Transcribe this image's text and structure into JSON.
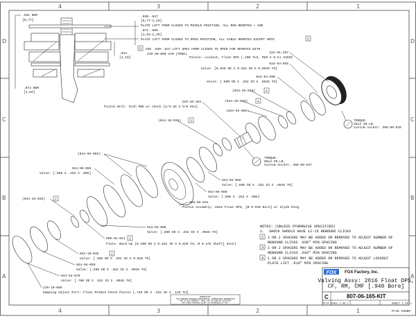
{
  "zones": {
    "columns": [
      "4",
      "3",
      "2",
      "1"
    ],
    "rows": [
      "D",
      "C",
      "B",
      "A"
    ]
  },
  "section_dims": {
    "d1": ".031  NOM",
    "d1m": "[0,77]",
    "d2": ".030-.047",
    "d2m": "[0,77-1,19]",
    "d2note": "PLATE LIFT FROM CLOSED TO MIDDLE POSITION, ALL NON REMOTES + 1RD",
    "d3": ".072-.090",
    "d3m": "[1,83-2,29]",
    "d3note": "PLATE LIFT FROM CLOSED TO OPEN POSITION, ALL CABLE REMOTES EXCEPT NOTE",
    "d3ref": "5",
    "note5_num": "5",
    "note5": "USE .030-.047 LIFT SPEC FROM CLOSED TO OPEN FOR REMOTES WITH",
    "note5b": "210-30-090 CAM (TREK)",
    "d4": ".044",
    "d4m": "[1,10]",
    "d5": ".072   NOM",
    "d5m": "[1,82]"
  },
  "callouts": [
    {
      "pn": "222-01-297",
      "desc": "Piston: Lockout, Float DPS (.200 TLG, M20 X 0.5) 416SS"
    },
    {
      "pn": "044-04-055",
      "desc": "Valve: [0.550 OD X 0.252 ID X 0.0045 TH]"
    },
    {
      "pn": "044-04-050",
      "desc": "Valve: [.500 OD X .252 ID X .0045 TH]"
    },
    {
      "pn": "(044-20-035)",
      "ref": "4"
    },
    {
      "pn": "(044-10-035)",
      "ref": "4"
    },
    {
      "pn": "(044-04-060)"
    },
    {
      "pn": "210-10-104",
      "desc": "Piston Bolt: Dish M8D w/ check [1/4-28 X 5/8 Hex]"
    },
    {
      "pn": "(044-10-035)",
      "ref": "3"
    },
    {
      "pn": "(044-06-085)"
    },
    {
      "pn": "044-06-085",
      "desc": "Valve: [.850 X .252 X .006]"
    },
    {
      "pn": "(044-10-035)",
      "ref": "2"
    },
    {
      "pn": "044-04-060",
      "desc": "Valve: [.600 OD X .252 ID X .0045 TH]"
    },
    {
      "pn": "044-06-060",
      "desc": "Valve: [.600 X .252 X .006]"
    },
    {
      "pn": "885-02-031",
      "desc": "Piston Assembly: 2016 Float DPS, [Ø 0.940 Bore] w/ Glyde Ring"
    },
    {
      "pn": "044-04-080",
      "desc": "Valve: [.800 OD X .252 ID X .0045 TH]"
    },
    {
      "pn": "050-01-011",
      "ref": "2",
      "desc": "Plate: Back-Up [0.400 OD X 0.252 ID X 0.020 TH, Ø 0.375 Shaft] Steel"
    },
    {
      "pn": "044-10-035",
      "ref": "2",
      "desc": "Valve: [.350 OD X .252 ID X 0.010 TH]"
    },
    {
      "pn": "044-04-050",
      "desc": "Valve: [.500 OD X .252 ID X .0045 TH]"
    },
    {
      "pn": "044-04-070",
      "desc": "Valve: [.700 OD X .252 ID X .0045 TH]"
    },
    {
      "pn": "210-10-098",
      "desc": "Damping Adjust Port: Float MY2013 Check Piston [.740 OD X .252 ID X .110 TH]"
    }
  ],
  "torque": [
    {
      "label": "TORQUE:",
      "value": "25±2 IN.LB.",
      "socket": "Custom socket: 398-00-638"
    },
    {
      "label": "TORQUE:",
      "value": "60±3 IN.LB.",
      "socket": "Custom Socket: 398-00-637"
    }
  ],
  "notes": {
    "header": "NOTES: (UNLESS OTHERWISE SPECIFIED)",
    "items": [
      {
        "num": "1.",
        "lines": [
          "SHOCK SHOULD HAVE 12-15 REBOUND CLICKS"
        ]
      },
      {
        "num": "2",
        "lines": [
          "1 OR 2 SPACERS MAY BE ADDED OR REMOVED TO ADJUST NUMBER OF",
          "REBOUND CLICKS .030\" MIN SPACING"
        ]
      },
      {
        "num": "3",
        "lines": [
          "1 OR 2 SPACERS MAY BE ADDED OR REMOVED TO ADJUST NUMBER OF",
          "REBOUND CLICKS .010\" MIN SPACING"
        ]
      },
      {
        "num": "4",
        "lines": [
          "1 OR 2 SPACERS MAY BE ADDED OR REMOVED TO ADJUST LOCKOUT",
          "PLATE LIFT .010\" MIN SPACING"
        ]
      }
    ]
  },
  "proprietary": {
    "line1": "PROPRIETARY",
    "line2": "THIS DRAWING CONTAINS CONFIDENTIAL, PROPRIETARY INFORMATION",
    "line3": "THAT IS FOX PROPERTY. SHALL NOT BE USED OR DISCLOSED",
    "line4": "FOR OTHER PURPOSES EXCEPT AS AUTHORIZED BY FOX."
  },
  "title_block": {
    "logo": "FOX",
    "company": "FOX Factory, Inc.",
    "title_line1": "Valving Assy: 2016 Float DPS,",
    "title_line2": "CF, RM, CMF [.940 Bore]",
    "size": "C",
    "drawing_number": "807-06-165-KIT",
    "scale": "PLOT SCALE 2.00:1",
    "sheet": "SHEET 1 OF 1",
    "format": "ProE ASSEM"
  },
  "colors": {
    "logo": "#2b6fd6",
    "line": "#222222"
  }
}
